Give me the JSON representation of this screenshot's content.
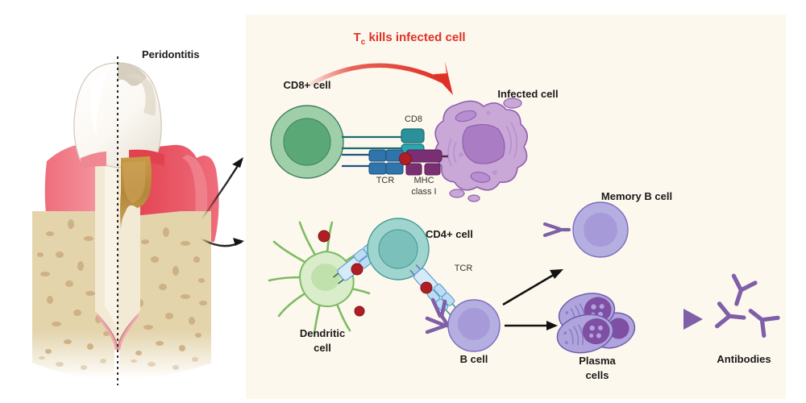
{
  "figure": {
    "domain": "biology-immunology-diagram",
    "panel_bg": "#fdf8ed",
    "left_panel": {
      "title": "Peridontitis",
      "description": "Sagittal tooth cross-section, healthy half left of dashed midline, periodontitis half right",
      "colors": {
        "enamel": "#fdfcfa",
        "enamel_shadow": "#d8d2c6",
        "dentin": "#efe4cf",
        "gum": "#f2808c",
        "gum_inflamed": "#e2414f",
        "bone": "#e3d4ac",
        "bone_speckle": "#cbab7e",
        "calculus": "#b98b3e",
        "midline": "#2b2b2b"
      }
    },
    "arrows_from_tooth": [
      {
        "name": "arrow-to-cytotoxic-panel",
        "color": "#141414"
      },
      {
        "name": "arrow-to-humoral-panel",
        "color": "#141414"
      }
    ],
    "top_row": {
      "banner": {
        "prefix": "T",
        "sub": "c",
        "suffix": " kills infected cell",
        "color": "#e03127"
      },
      "kill_arrow_color": "#e03127",
      "cd8_cell": {
        "label": "CD8+ cell",
        "membrane": "#9ecfa8",
        "nucleus": "#5ba877",
        "stroke": "#3f7f5c"
      },
      "infected_cell": {
        "label": "Infected cell",
        "cytoplasm": "#c9a8d8",
        "nucleus": "#a97cc4",
        "stroke": "#8f5fae"
      },
      "receptors": [
        {
          "label": "CD8",
          "color": "#2a9099",
          "stroke": "#1d6c73"
        },
        {
          "label": "TCR",
          "color": "#2f74ab",
          "stroke": "#1d5480"
        },
        {
          "label": "MHC",
          "label2": "class I",
          "color": "#7a2f72",
          "stroke": "#5d2158"
        }
      ],
      "antigen_dot": "#b01e24"
    },
    "bottom_row": {
      "dendritic_cell": {
        "label": "Dendritic",
        "label2": "cell",
        "membrane": "#d9edcb",
        "nucleus": "#bedfa8",
        "stroke": "#7dbb62"
      },
      "cd4_cell": {
        "label": "CD4+ cell",
        "membrane": "#9fd4cf",
        "nucleus": "#7cc0bb",
        "stroke": "#3f9a94"
      },
      "b_cell": {
        "label": "B cell",
        "membrane": "#b5aee0",
        "nucleus": "#a69ad8",
        "stroke": "#7a6cc0"
      },
      "memory_b_cell": {
        "label": "Memory B cell",
        "membrane": "#b5aee0",
        "nucleus": "#a69ad8",
        "stroke": "#7a6cc0"
      },
      "plasma_cells": {
        "label": "Plasma",
        "label2": "cells",
        "body": "#b0a4dd",
        "nucleus": "#7e4fa3",
        "stroke": "#6e5cb0"
      },
      "antibodies": {
        "label": "Antibodies",
        "color": "#7e5fa8",
        "count": 3
      },
      "tcr_label": "TCR",
      "mhc_complex_color": "#bcdcf2",
      "mhc_complex_stroke": "#5b9bd5",
      "antigen_dot": "#b01e24",
      "free_antigens": 2,
      "black_arrows": [
        {
          "name": "arrow-b-to-memory",
          "color": "#111111"
        },
        {
          "name": "arrow-b-to-plasma",
          "color": "#111111"
        }
      ],
      "plasma_to_antibody_arrow_color": "#7e5fa8"
    }
  }
}
